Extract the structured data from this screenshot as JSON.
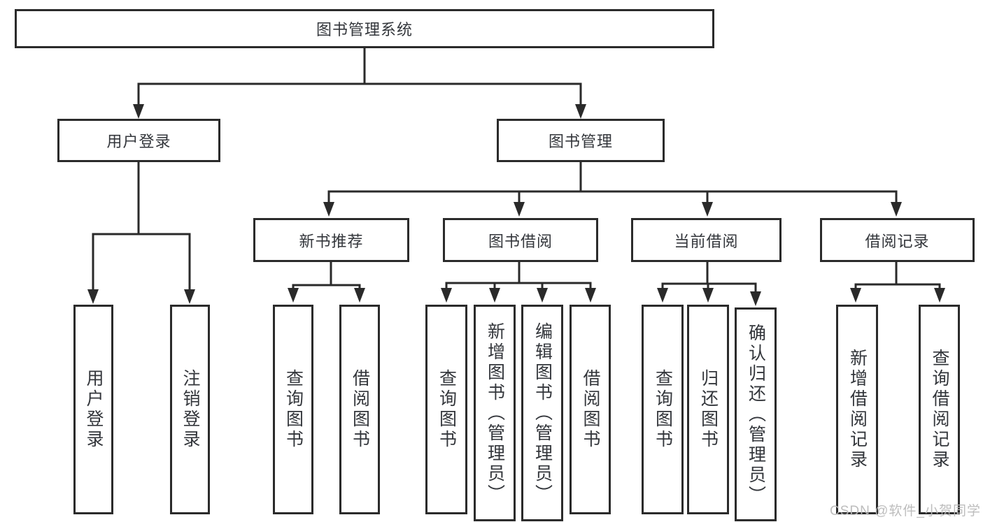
{
  "tree": {
    "root": {
      "label": "图书管理系统",
      "children": [
        {
          "label": "用户登录",
          "children": [
            {
              "label": "用户登录"
            },
            {
              "label": "注销登录"
            }
          ]
        },
        {
          "label": "图书管理",
          "children": [
            {
              "label": "新书推荐",
              "children": [
                {
                  "label": "查询图书"
                },
                {
                  "label": "借阅图书"
                }
              ]
            },
            {
              "label": "图书借阅",
              "children": [
                {
                  "label": "查询图书"
                },
                {
                  "label": "新增图书（管理员）"
                },
                {
                  "label": "编辑图书（管理员）"
                },
                {
                  "label": "借阅图书"
                }
              ]
            },
            {
              "label": "当前借阅",
              "children": [
                {
                  "label": "查询图书"
                },
                {
                  "label": "归还图书"
                },
                {
                  "label": "确认归还（管理员）"
                }
              ]
            },
            {
              "label": "借阅记录",
              "children": [
                {
                  "label": "新增借阅记录"
                },
                {
                  "label": "查询借阅记录"
                }
              ]
            }
          ]
        }
      ]
    }
  },
  "watermark": {
    "text": "CSDN @软件_小贺同学"
  },
  "colors": {
    "box_border": "#2b2b2b",
    "connector_line": "#2a2a2a",
    "text": "#33363b",
    "watermark": "#b9b9b9",
    "background": "#ffffff"
  }
}
